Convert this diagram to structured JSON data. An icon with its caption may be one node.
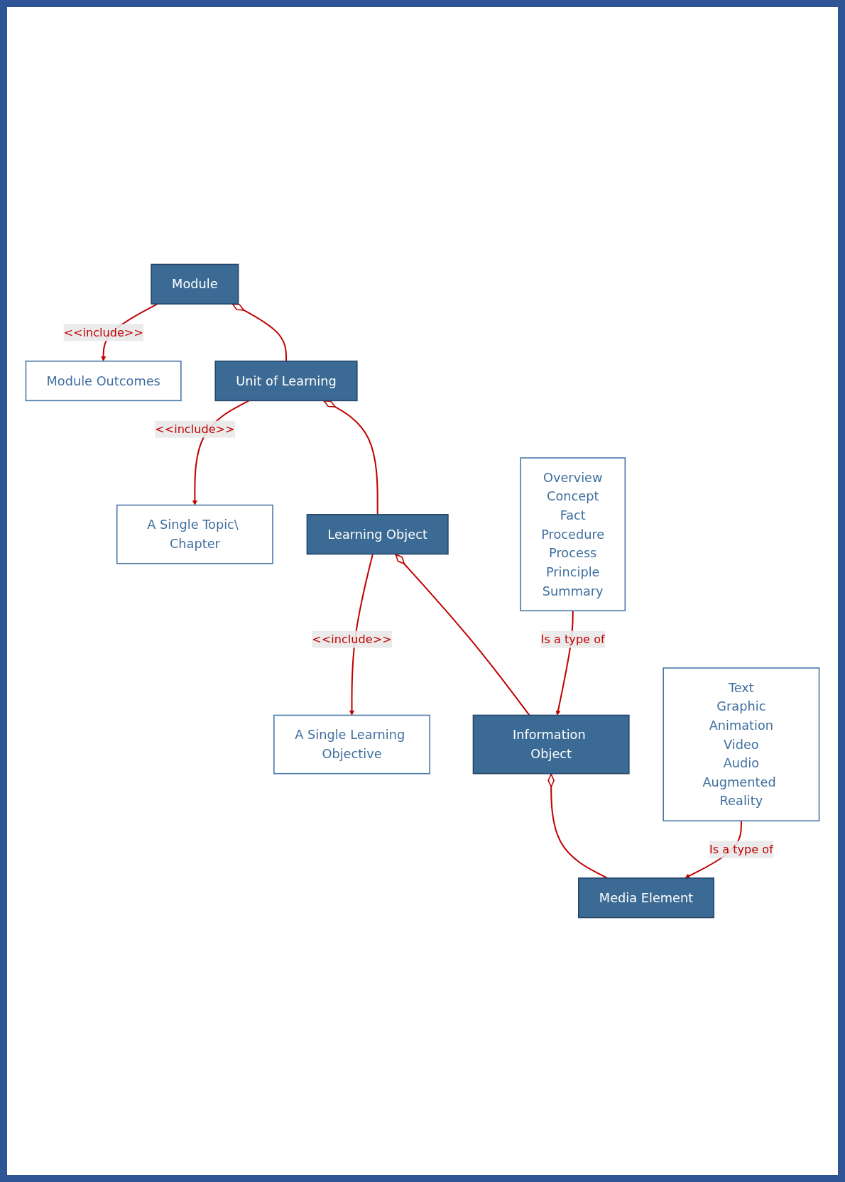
{
  "diagram": {
    "nodes": [
      {
        "text": [
          "Module"
        ]
      },
      {
        "text": [
          "Module Outcomes"
        ]
      },
      {
        "text": [
          "Unit of Learning"
        ]
      },
      {
        "text": [
          "A Single Topic\\ Chapter"
        ]
      },
      {
        "text": [
          "Learning Object"
        ]
      },
      {
        "text": [
          "A Single Learning Objective"
        ]
      },
      {
        "text": [
          "Information Object"
        ]
      },
      {
        "text": [
          "Overview",
          "Concept",
          "Fact",
          "Procedure",
          "Process",
          "Principle",
          "Summary"
        ]
      },
      {
        "text": [
          "Media Element"
        ]
      },
      {
        "text": [
          "Text",
          "Graphic",
          "Animation",
          "Video",
          "Audio",
          "Augmented Reality"
        ]
      }
    ],
    "edges": [
      {
        "from": 0,
        "to": 1,
        "arrow": "to",
        "label": "<<include>>"
      },
      {
        "from": 0,
        "to": 2,
        "arrow": "other"
      },
      {
        "from": 2,
        "to": 3,
        "arrow": "to",
        "label": "<<include>>"
      },
      {
        "from": 2,
        "to": 4,
        "arrow": "other"
      },
      {
        "from": 4,
        "to": 5,
        "arrow": "to",
        "label": "<<include>>"
      },
      {
        "from": 4,
        "to": 6,
        "arrow": "other"
      },
      {
        "from": 7,
        "to": 6,
        "arrow": "to",
        "label": "Is a type of"
      },
      {
        "from": 6,
        "to": 8,
        "arrow": "other"
      },
      {
        "from": 9,
        "to": 8,
        "arrow": "to",
        "label": "Is a type of"
      }
    ]
  }
}
